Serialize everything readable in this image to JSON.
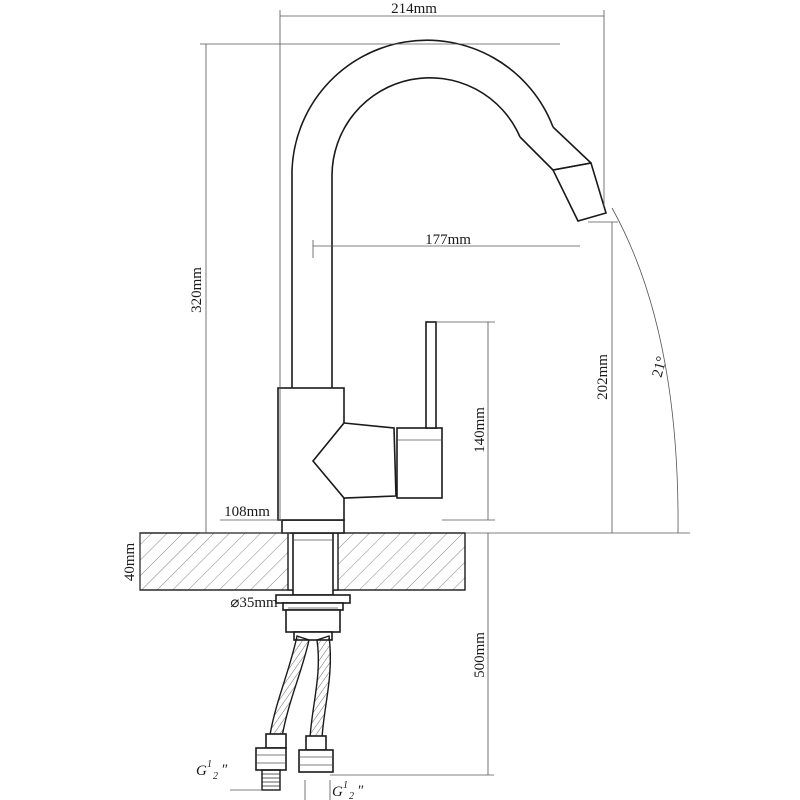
{
  "dimensions": {
    "overall_width": "214mm",
    "spout_reach": "177mm",
    "overall_height": "320mm",
    "spout_height": "202mm",
    "handle_height": "140mm",
    "base_diameter": "108mm",
    "countertop_thickness": "40mm",
    "hole_diameter": "⌀35mm",
    "hose_length": "500mm",
    "swivel_angle": "21°"
  },
  "connectors": {
    "left": {
      "prefix": "G",
      "fraction_num": "1",
      "fraction_den": "2",
      "suffix": "″"
    },
    "right": {
      "prefix": "G",
      "fraction_num": "1",
      "fraction_den": "2",
      "suffix": "″"
    }
  }
}
